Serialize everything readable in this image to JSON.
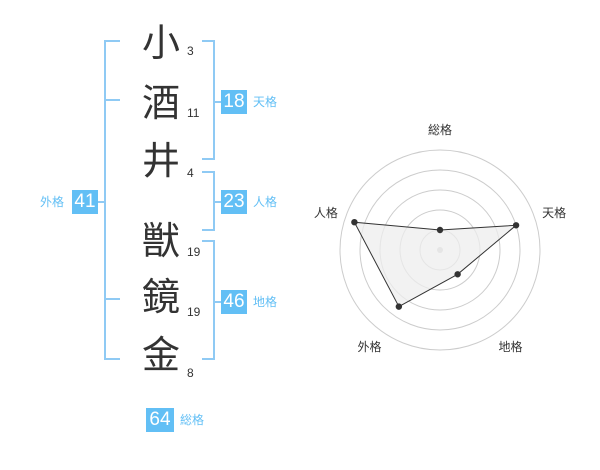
{
  "name": {
    "chars": [
      {
        "char": "小",
        "strokes": "3"
      },
      {
        "char": "酒",
        "strokes": "11"
      },
      {
        "char": "井",
        "strokes": "4"
      },
      {
        "char": "獣",
        "strokes": "19"
      },
      {
        "char": "鏡",
        "strokes": "19"
      },
      {
        "char": "金",
        "strokes": "8"
      }
    ]
  },
  "kakusu": {
    "tenkaku": {
      "value": "18",
      "label": "天格"
    },
    "jinkaku": {
      "value": "23",
      "label": "人格"
    },
    "chikaku": {
      "value": "46",
      "label": "地格"
    },
    "gaikaku": {
      "value": "41",
      "label": "外格"
    },
    "soukaku": {
      "value": "64",
      "label": "総格"
    }
  },
  "radar": {
    "axes": [
      "総格",
      "天格",
      "地格",
      "外格",
      "人格"
    ],
    "values": [
      1,
      4,
      1.5,
      3.5,
      4.5
    ],
    "max": 5,
    "fill_color": "#eeeeee",
    "line_color": "#333333",
    "ring_color": "#cccccc"
  },
  "colors": {
    "accent": "#62bff5",
    "bracket": "#8fcaf4"
  }
}
